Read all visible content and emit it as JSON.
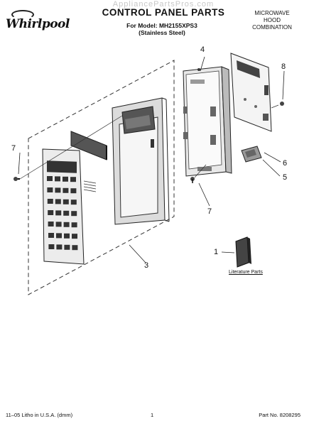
{
  "header": {
    "brand": "Whirlpool",
    "watermark": "AppliancePartsPros.com",
    "title": "CONTROL PANEL PARTS",
    "model_line": "For Model: MH2155XPS3",
    "finish_line": "(Stainless Steel)",
    "type_lines": [
      "MICROWAVE",
      "HOOD",
      "COMBINATION"
    ]
  },
  "callouts": {
    "c1": "1",
    "c3": "3",
    "c4": "4",
    "c5": "5",
    "c6": "6",
    "c7a": "7",
    "c7b": "7",
    "c8": "8"
  },
  "literature_label": "Literature Parts",
  "footer": {
    "litho": "11–05 Litho in U.S.A. (dmm)",
    "page": "1",
    "part_no": "Part No. 8208295"
  }
}
